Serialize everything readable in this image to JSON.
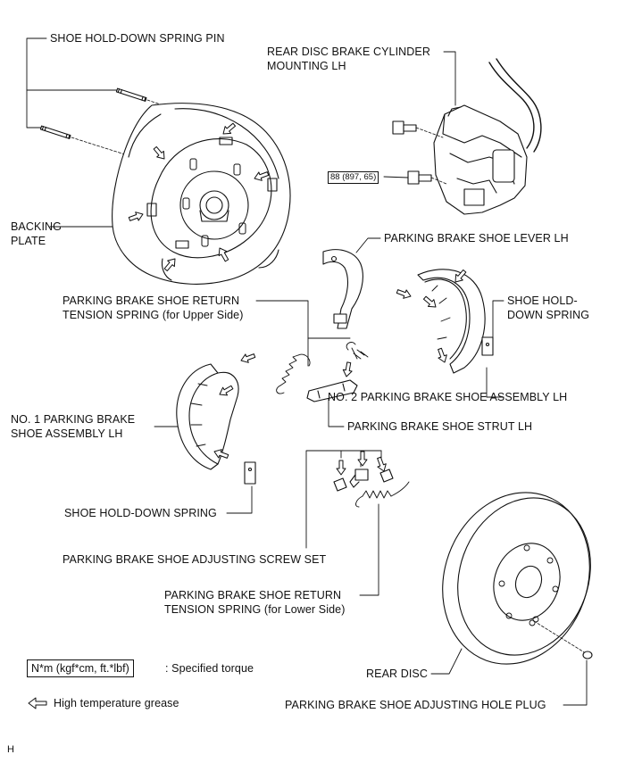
{
  "labels": {
    "shoe_hold_down_spring_pin": "SHOE HOLD-DOWN SPRING PIN",
    "rear_disc_brake_cylinder_mounting_line1": "REAR DISC BRAKE CYLINDER",
    "rear_disc_brake_cylinder_mounting_line2": "MOUNTING LH",
    "backing_plate_line1": "BACKING",
    "backing_plate_line2": "PLATE",
    "parking_brake_shoe_lever": "PARKING BRAKE SHOE LEVER LH",
    "return_spring_upper_line1": "PARKING BRAKE SHOE RETURN",
    "return_spring_upper_line2": "TENSION SPRING (for Upper Side)",
    "shoe_hold_down_spring_right_line1": "SHOE HOLD-",
    "shoe_hold_down_spring_right_line2": "DOWN SPRING",
    "no2_shoe_assembly": "NO. 2 PARKING BRAKE SHOE ASSEMBLY LH",
    "no1_shoe_assembly_line1": "NO. 1 PARKING BRAKE",
    "no1_shoe_assembly_line2": "SHOE ASSEMBLY LH",
    "shoe_strut": "PARKING BRAKE SHOE STRUT LH",
    "shoe_hold_down_spring_left": "SHOE HOLD-DOWN SPRING",
    "adjusting_screw_set": "PARKING BRAKE SHOE ADJUSTING SCREW SET",
    "return_spring_lower_line1": "PARKING BRAKE SHOE RETURN",
    "return_spring_lower_line2": "TENSION SPRING (for Lower Side)",
    "rear_disc": "REAR DISC",
    "adjusting_hole_plug": "PARKING BRAKE SHOE ADJUSTING HOLE PLUG",
    "torque_value": "88 (897, 65)"
  },
  "legend": {
    "torque_unit_box": "N*m (kgf*cm, ft.*lbf)",
    "torque_desc": ": Specified torque",
    "grease_desc": "High temperature grease"
  },
  "footer": {
    "code": "H"
  }
}
